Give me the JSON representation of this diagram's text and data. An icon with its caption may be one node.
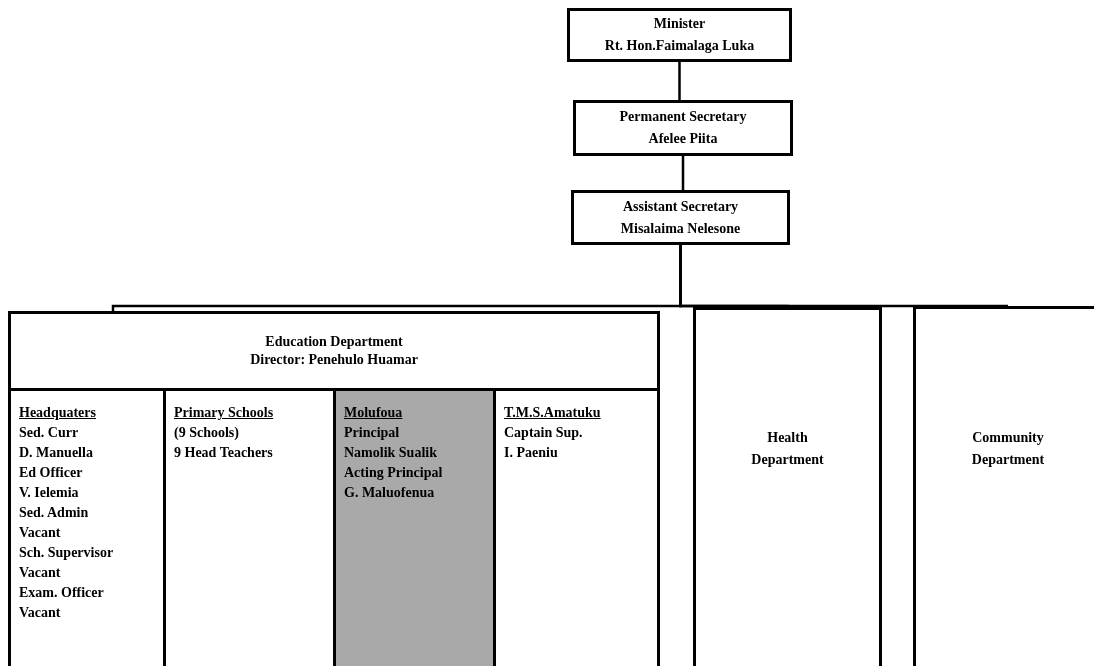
{
  "diagram": {
    "nodes": [
      {
        "text": [
          "Minister",
          "Rt. Hon.Faimalaga Luka"
        ]
      },
      {
        "text": [
          "Permanent Secretary",
          "Afelee Piita"
        ]
      },
      {
        "text": [
          "Assistant Secretary",
          "Misalaima Nelesone"
        ]
      },
      {
        "text": [
          "Education Department",
          "Director: Penehulo Huamar"
        ]
      },
      {
        "text": [
          "Headquaters",
          "Sed. Curr",
          "D. Manuella",
          "Ed Officer",
          "V. Ielemia",
          "Sed. Admin",
          "Vacant",
          "Sch. Supervisor",
          "Vacant",
          "Exam. Officer",
          "Vacant"
        ],
        "in": 3
      },
      {
        "text": [
          "Primary Schools",
          "(9 Schools)",
          "9 Head Teachers"
        ],
        "in": 3
      },
      {
        "text": [
          "Molufoua",
          "Principal",
          "Namolik Sualik",
          "Acting Principal",
          "G. Maluofenua"
        ],
        "in": 3
      },
      {
        "text": [
          "T.M.S.Amatuku",
          "Captain Sup.",
          "I. Paeniu"
        ],
        "in": 3
      },
      {
        "text": [
          "Health Department"
        ]
      },
      {
        "text": [
          "Community Department"
        ]
      }
    ],
    "edges": [
      {
        "from": 0,
        "to": 1,
        "arrow": "none"
      },
      {
        "from": 1,
        "to": 2,
        "arrow": "none"
      },
      {
        "from": 2,
        "to": 3,
        "arrow": "none"
      },
      {
        "from": 2,
        "to": 8,
        "arrow": "none"
      },
      {
        "from": 2,
        "to": 9,
        "arrow": "none"
      }
    ]
  }
}
